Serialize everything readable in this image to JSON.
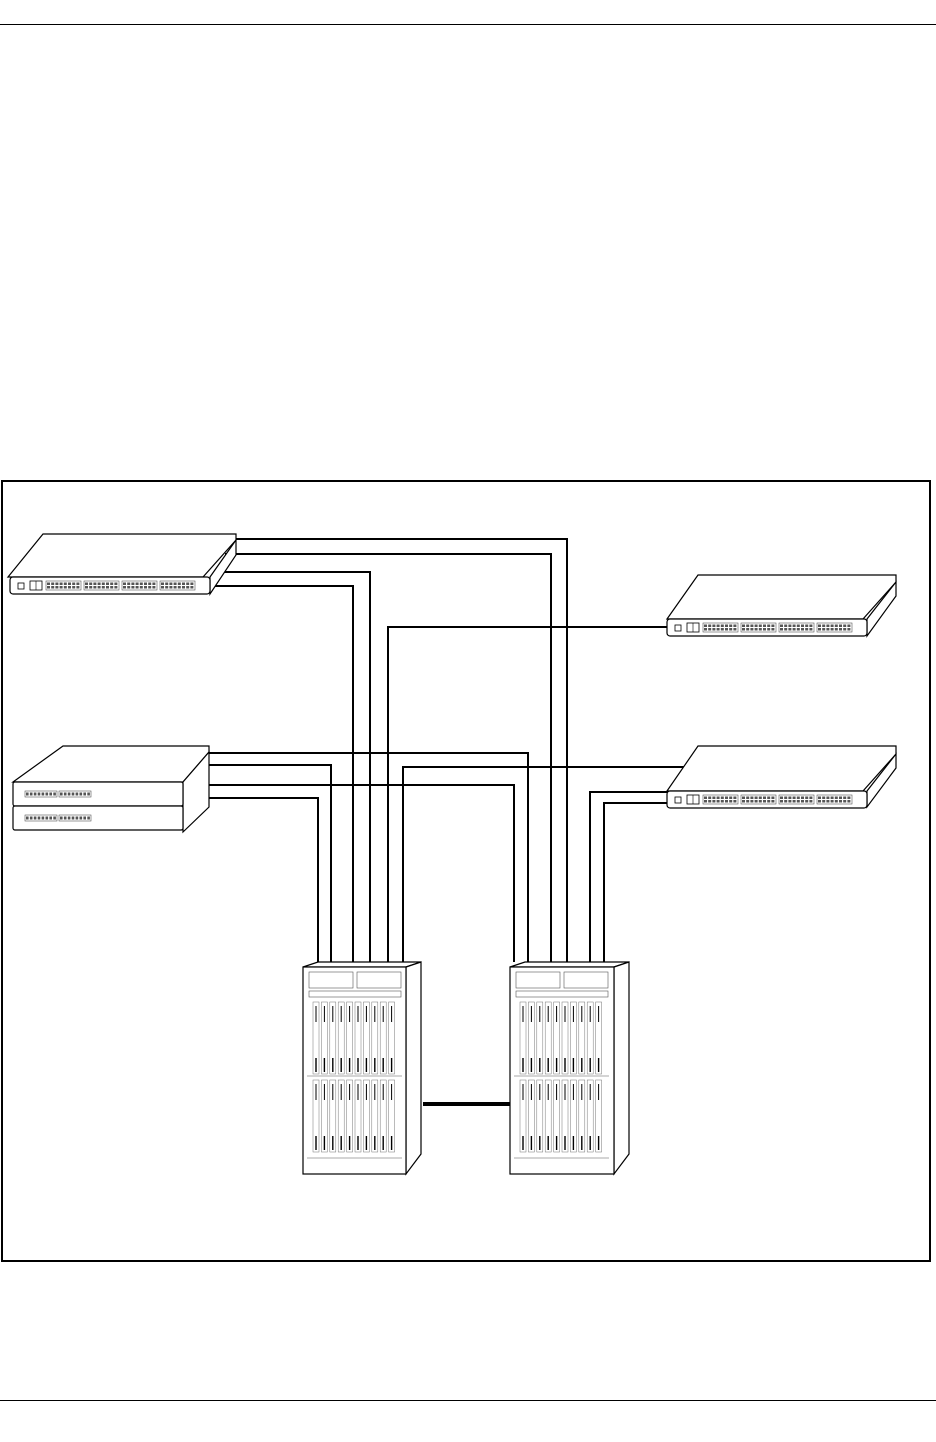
{
  "page": {
    "header_text": "",
    "footer_text": ""
  },
  "figure": {
    "caption": "",
    "devices": [
      {
        "id": "switch-top-left",
        "kind": "stackable-switch"
      },
      {
        "id": "switch-stack-left",
        "kind": "two-unit-stack"
      },
      {
        "id": "switch-top-right",
        "kind": "stackable-switch"
      },
      {
        "id": "switch-mid-right",
        "kind": "stackable-switch"
      },
      {
        "id": "chassis-left",
        "kind": "modular-chassis"
      },
      {
        "id": "chassis-right",
        "kind": "modular-chassis"
      }
    ],
    "links": [
      {
        "from": "switch-top-left",
        "to": "chassis-right"
      },
      {
        "from": "switch-top-left",
        "to": "chassis-right"
      },
      {
        "from": "switch-top-left",
        "to": "chassis-left"
      },
      {
        "from": "switch-top-left",
        "to": "chassis-left"
      },
      {
        "from": "switch-top-right",
        "to": "chassis-left"
      },
      {
        "from": "switch-stack-left",
        "to": "chassis-right"
      },
      {
        "from": "switch-stack-left",
        "to": "chassis-left"
      },
      {
        "from": "switch-stack-left",
        "to": "chassis-right"
      },
      {
        "from": "switch-stack-left",
        "to": "chassis-left"
      },
      {
        "from": "switch-mid-right",
        "to": "chassis-left"
      },
      {
        "from": "switch-mid-right",
        "to": "chassis-right"
      },
      {
        "from": "switch-mid-right",
        "to": "chassis-right"
      },
      {
        "from": "chassis-left",
        "to": "chassis-right",
        "style": "bold"
      }
    ]
  },
  "colors": {
    "line": "#000000",
    "fill": "#ffffff",
    "detail": "#555555"
  }
}
